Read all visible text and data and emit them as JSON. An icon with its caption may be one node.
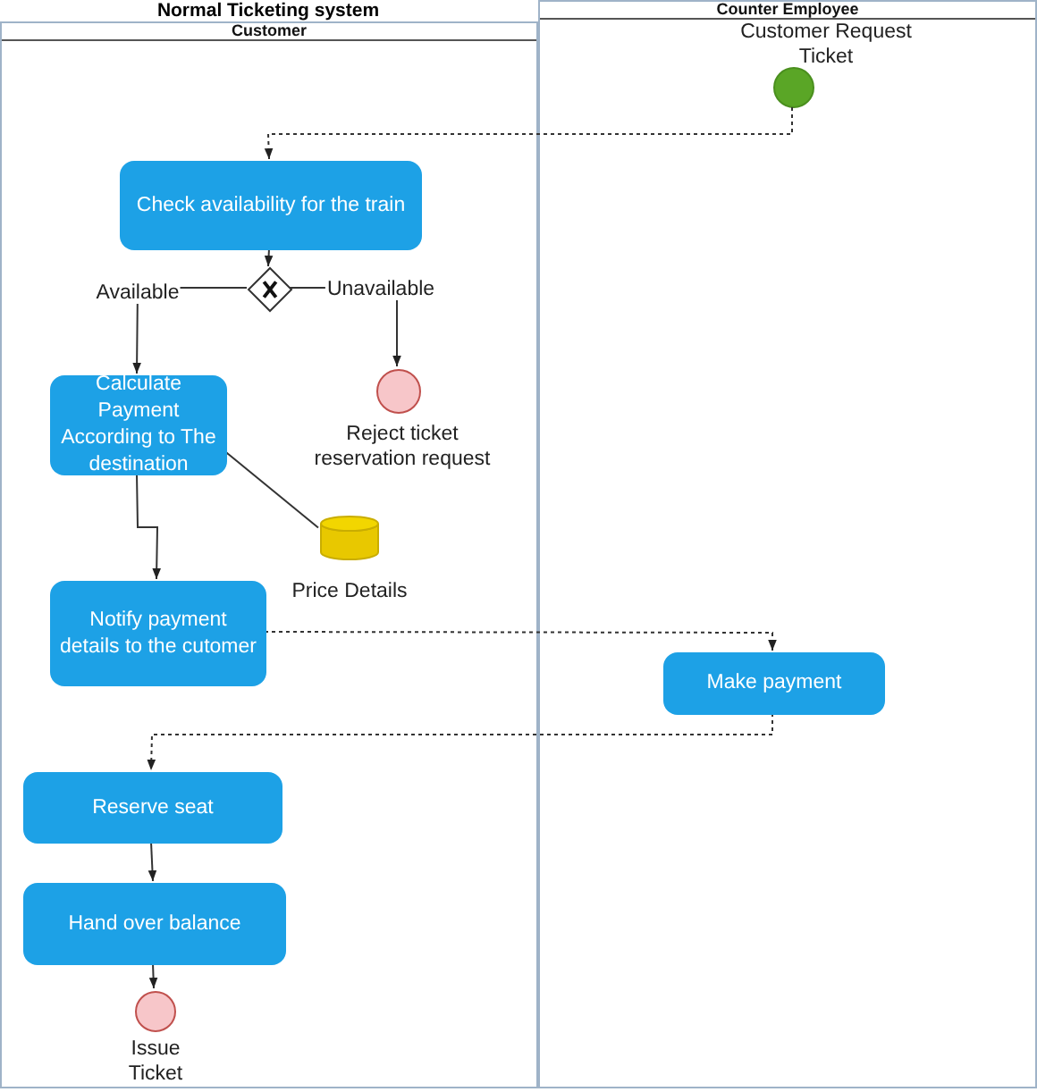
{
  "diagram": {
    "title": "Normal Ticketing system",
    "nodes": [
      {
        "text": [
          "Customer"
        ]
      },
      {
        "text": [
          "Counter Employee"
        ]
      },
      {
        "text": [],
        "shape": "circle",
        "beside": [
          "Customer Request Ticket"
        ],
        "in": 1
      },
      {
        "text": [
          "Check availability for the train"
        ],
        "in": 0
      },
      {
        "text": [],
        "shape": "diamond",
        "in": 0
      },
      {
        "text": [
          "Calculate Payment According to The destination"
        ],
        "in": 0
      },
      {
        "text": [],
        "shape": "circle",
        "beside": [
          "Reject ticket reservation request"
        ],
        "in": 0
      },
      {
        "text": [],
        "shape": "cylinder",
        "beside": [
          "Price Details"
        ],
        "in": 0
      },
      {
        "text": [
          "Notify payment details to the cutomer"
        ],
        "in": 0
      },
      {
        "text": [
          "Make payment"
        ],
        "in": 1
      },
      {
        "text": [
          "Reserve seat"
        ],
        "in": 0
      },
      {
        "text": [
          "Hand over balance"
        ],
        "in": 0
      },
      {
        "text": [],
        "shape": "circle",
        "beside": [
          "Issue Ticket"
        ],
        "in": 0
      }
    ],
    "edges": [
      {
        "from": 2,
        "to": 3,
        "arrow": "to",
        "style": "dashed"
      },
      {
        "from": 3,
        "to": 4,
        "arrow": "to"
      },
      {
        "from": 4,
        "to": 5,
        "arrow": "to",
        "label": "Available"
      },
      {
        "from": 4,
        "to": 6,
        "arrow": "to",
        "label": "Unavailable"
      },
      {
        "from": 5,
        "to": 7,
        "arrow": "none"
      },
      {
        "from": 5,
        "to": 8,
        "arrow": "to"
      },
      {
        "from": 8,
        "to": 9,
        "arrow": "to",
        "style": "dashed"
      },
      {
        "from": 9,
        "to": 10,
        "arrow": "to",
        "style": "dashed"
      },
      {
        "from": 10,
        "to": 11,
        "arrow": "to"
      },
      {
        "from": 11,
        "to": 12,
        "arrow": "to"
      }
    ]
  }
}
